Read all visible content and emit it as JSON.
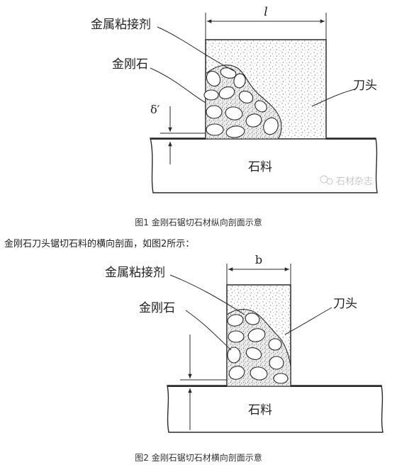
{
  "figure1": {
    "labels": {
      "metal_binder": "金属粘接剂",
      "diamond": "金刚石",
      "tool_head": "刀头",
      "stone": "石料",
      "length": "l",
      "delta": "δ′"
    },
    "watermark": "石材杂志",
    "caption": "图1 金刚石锯切石材纵向剖面示意"
  },
  "paragraph": "金刚石刀头锯切石料的横向剖面，如图2所示：",
  "figure2": {
    "labels": {
      "metal_binder": "金属粘接剂",
      "diamond": "金刚石",
      "tool_head": "刀头",
      "stone": "石料",
      "width": "b"
    },
    "caption": "图2 金刚石锯切石材横向剖面示意"
  },
  "colors": {
    "line": "#2a2a2a",
    "stipple": "#8a8a8a",
    "binder_fill": "#f1f1f1",
    "diamond_fill": "#ffffff"
  }
}
